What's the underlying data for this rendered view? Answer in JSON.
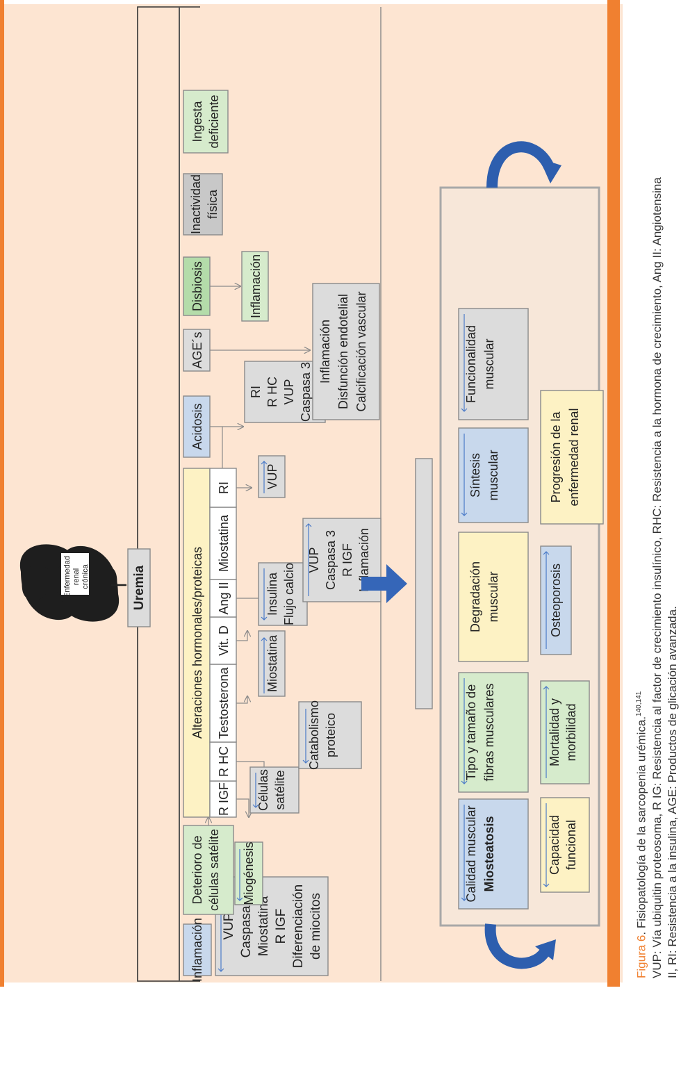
{
  "colors": {
    "background": "#fde5d2",
    "stripe": "#f08030",
    "box_grey": "#dcdcdc",
    "box_yellow": "#fdf2c4",
    "box_green": "#d6ebcc",
    "box_blue": "#c8d8ec",
    "box_dgreen": "#b4dcaa",
    "box_inactividad": "#c8c8c8",
    "arrow_blue": "#3566b8"
  },
  "icons": [
    "kidney-icon",
    "big-blue-arrow-icon",
    "curved-arrow-icon"
  ],
  "labels": {
    "kidney": [
      "Enfermedad",
      "renal",
      "crónica"
    ],
    "uremia": "Uremia",
    "inflamacion": "Inflamación",
    "inflamacion_list": [
      "VUP",
      "Caspasa 3",
      "Miostatina",
      "R IGF",
      "Diferenciación",
      "de miocitos"
    ],
    "deterioro": [
      "Deterioro de",
      "células satélite"
    ],
    "miogenesis": "Miogénesis",
    "alteraciones": "Alteraciones hormonales/proteicas",
    "rigf": "R IGF",
    "rhc": "R HC",
    "testosterona": "Testosterona",
    "vitd": "Vit. D",
    "ang2": "Ang II",
    "miostatina": "Miostatina",
    "ri": "RI",
    "celulas": [
      "Células",
      "satélite"
    ],
    "catabolismo": [
      "Catabolismo",
      "proteico"
    ],
    "miostatina2": "Miostatina",
    "insulina": [
      "Insulina",
      "Flujo calcio"
    ],
    "vup_group": [
      "VUP",
      "Caspasa 3",
      "R IGF",
      "Inflamación"
    ],
    "vup_small": "VUP",
    "acidosis": "Acidosis",
    "acidosis_list": [
      "RI",
      "R HC",
      "VUP",
      "Caspasa 3"
    ],
    "ages": "AGE´s",
    "ages_list": [
      "Inflamación",
      "Disfunción endotelial",
      "Calcificación vascular"
    ],
    "disbiosis": "Disbiosis",
    "disbiosis_out": "Inflamación",
    "inactividad": [
      "Inactividad",
      "física"
    ],
    "ingesta": [
      "Ingesta",
      "deficiente"
    ],
    "outcomes": {
      "calidad": [
        "Calidad muscular",
        "Miosteatosis"
      ],
      "tipo": [
        "Tipo y tamaño de",
        "fibras musculares"
      ],
      "degradacion": [
        "Degradación",
        "muscular"
      ],
      "sintesis": [
        "Síntesis",
        "muscular"
      ],
      "funcionalidad": [
        "Funcionalidad",
        "muscular"
      ],
      "capacidad": [
        "Capacidad",
        "funcional"
      ],
      "mortalidad": [
        "Mortalidad y",
        "morbilidad"
      ],
      "osteoporosis": "Osteoporosis",
      "progresion": [
        "Progresión de la",
        "enfermedad renal"
      ]
    }
  },
  "caption": {
    "figure": "Figura 6",
    "title": ". Fisiopatología de la sarcopenia urémica.",
    "refs": "140,141",
    "line2": "VUP: Vía ubiquitin proteosoma, R IG: Resistencia al factor de crecimiento insulínico, RHC: Resistencia a la hormona de crecimiento, Ang II: Angiotensina",
    "line3": "II, RI: Resistencia a la insulina, AGE: Productos de glicación avanzada."
  }
}
